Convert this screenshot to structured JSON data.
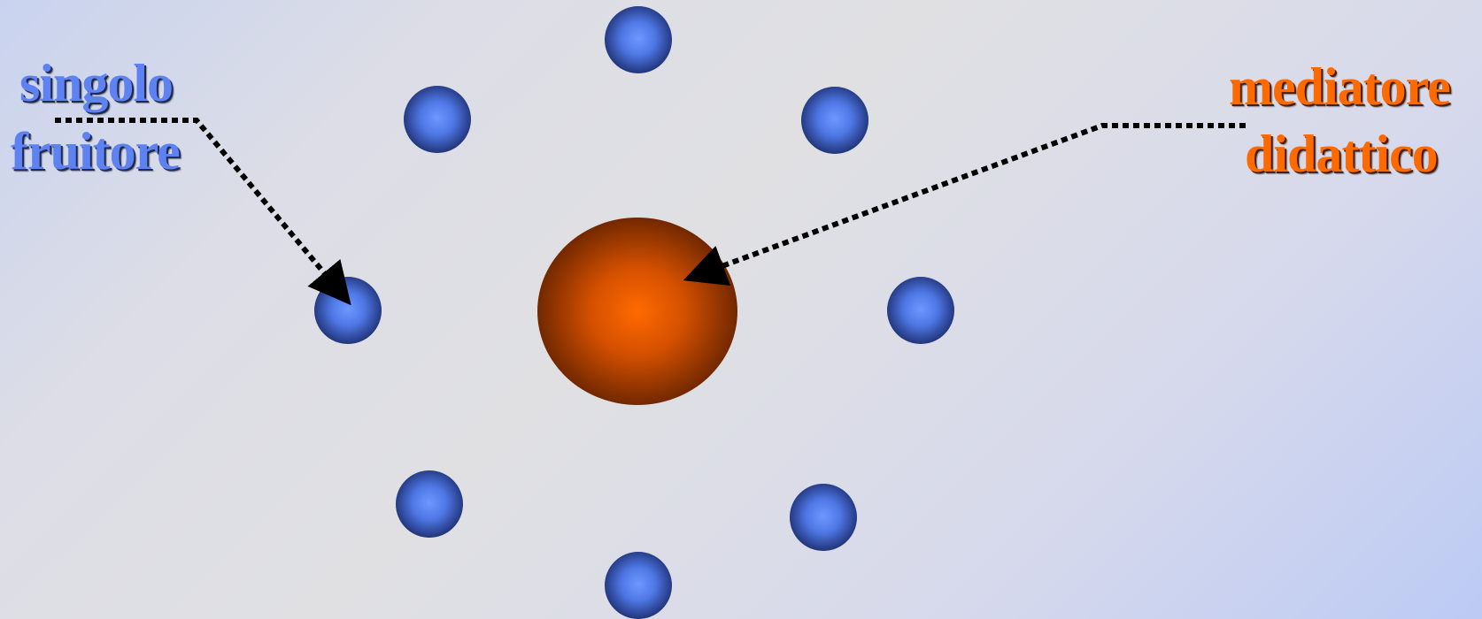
{
  "labels": {
    "learner_line1": "singolo",
    "learner_line2": "fruitore",
    "mediator_line1": "mediatore",
    "mediator_line2": "didattico"
  },
  "colors": {
    "learner": "#5f82f2",
    "mediator": "#ff6a00",
    "connector": "#000000"
  },
  "nodes": {
    "center": "mediator",
    "peripheral_count": 8
  }
}
